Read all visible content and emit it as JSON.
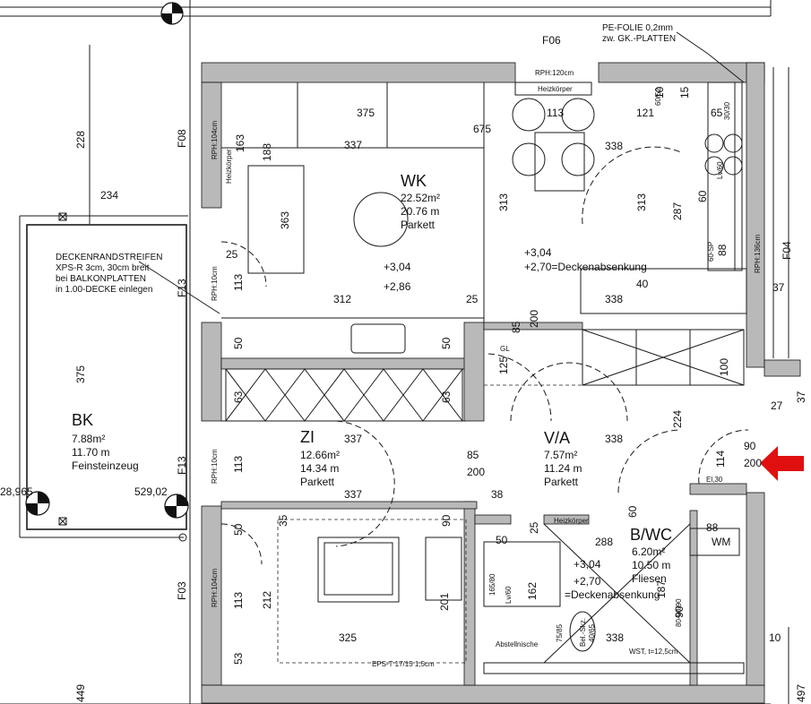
{
  "plan": {
    "axes": {
      "f06": "F06",
      "f08": "F08",
      "f13_top": "F13",
      "f13_bottom": "F13",
      "f03": "F03",
      "f04": "F04"
    },
    "foil_note": [
      "PE-FOLIE 0,2mm",
      "zw. GK.-PLATTEN"
    ],
    "edge_strip_note": [
      "DECKENRANDSTREIFEN",
      "XPS-R 3cm, 30cm breit",
      "bei BALKONPLATTEN",
      "in 1.00-DECKE einlegen"
    ],
    "levels": {
      "left": "28,965",
      "mid": "529,02"
    },
    "rooms": {
      "wk": {
        "name": "WK",
        "area": "22.52m²",
        "perimeter": "20.76 m",
        "floor": "Parkett",
        "height_1": "+3,04",
        "height_2": "+2,86",
        "height_3": "+3,04",
        "height_4": "+2,70=Deckenabsenkung"
      },
      "bk": {
        "name": "BK",
        "area": "7.88m²",
        "perimeter": "11.70 m",
        "floor": "Feinsteinzeug"
      },
      "zi": {
        "name": "ZI",
        "area": "12.66m²",
        "perimeter": "14.34 m",
        "floor": "Parkett"
      },
      "va": {
        "name": "V/A",
        "area": "7.57m²",
        "perimeter": "11.24 m",
        "floor": "Parkett"
      },
      "bwc": {
        "name": "B/WC",
        "area": "6.20m²",
        "perimeter": "10.50 m",
        "floor": "Fliesen",
        "height_1": "+3,04",
        "height_2": "+2,70",
        "height_3": "=Deckenabsenkung"
      }
    },
    "labels": {
      "rph_top": "RPH:120cm",
      "heizkoerper_top": "Heizkörper",
      "heizkoerper_vert": "Heizkörper",
      "rph_104_top": "RPH:104cm",
      "rph_10_upper": "RPH:10cm",
      "rph_10_lower": "RPH:10cm",
      "rph_104_bottom": "RPH:104cm",
      "rph_136": "RPH:136cm",
      "gl": "GL",
      "heizkoerper_bath": "Heizkörper",
      "wm": "WM",
      "abstellnische": "Abstellnische",
      "wst": "WST, t=12,5cm",
      "eps": "EPS-T 17/15  1,5cm",
      "el": "El,30",
      "sp": "60-SP",
      "bath_tub": "165/80",
      "shower": "80-90/90",
      "fan": "Bel.-Skz.",
      "fan_size": "40/65",
      "tub_size": "75/85",
      "wall_mark_1": "Lv/60",
      "wall_mark_2": "Lv/60",
      "sink_mark": "60/52",
      "box_mark": "30/30"
    },
    "dimensions": {
      "d228": "228",
      "d234": "234",
      "d375_left": "375",
      "d449": "449",
      "d497": "497",
      "d375_top": "375",
      "d337_top": "337",
      "d675": "675",
      "d113_top": "113",
      "d121": "121",
      "d65": "65",
      "d338_top": "338",
      "d188": "188",
      "d163": "163",
      "d363": "363",
      "d313_left": "313",
      "d313_right": "313",
      "d287": "287",
      "d60_kitchen": "60",
      "d88_kitchen": "88",
      "d37_top": "37",
      "d25_left": "25",
      "d113_f13": "113",
      "d312": "312",
      "d25_mid": "25",
      "d338_mid": "338",
      "d40": "40",
      "d50_left": "50",
      "d50_right": "50",
      "d85_top": "85",
      "d200_top": "200",
      "d125": "125",
      "d63_left": "63",
      "d63_right": "63",
      "d100": "100",
      "d37_right": "37",
      "d27": "27",
      "d224": "224",
      "d337_zi": "337",
      "d338_va": "338",
      "d85_mid": "85",
      "d200_mid": "200",
      "d113_zi": "113",
      "d114": "114",
      "d90": "90",
      "d200_right": "200",
      "d337_zi_bottom": "337",
      "d38": "38",
      "d50_bottom": "50",
      "d25_bottom": "25",
      "d288": "288",
      "d88": "88",
      "d212": "212",
      "d113_bottom": "113",
      "d162": "162",
      "d201": "201",
      "d187": "187",
      "d325": "325",
      "d338_bottom": "338",
      "d53": "53",
      "d35": "35",
      "d50_bath": "50",
      "d10": "10",
      "d90_pre": "90",
      "d60_bath": "60",
      "d15": "15",
      "d10_kitchen": "10",
      "d90_bath_right": "90"
    }
  }
}
